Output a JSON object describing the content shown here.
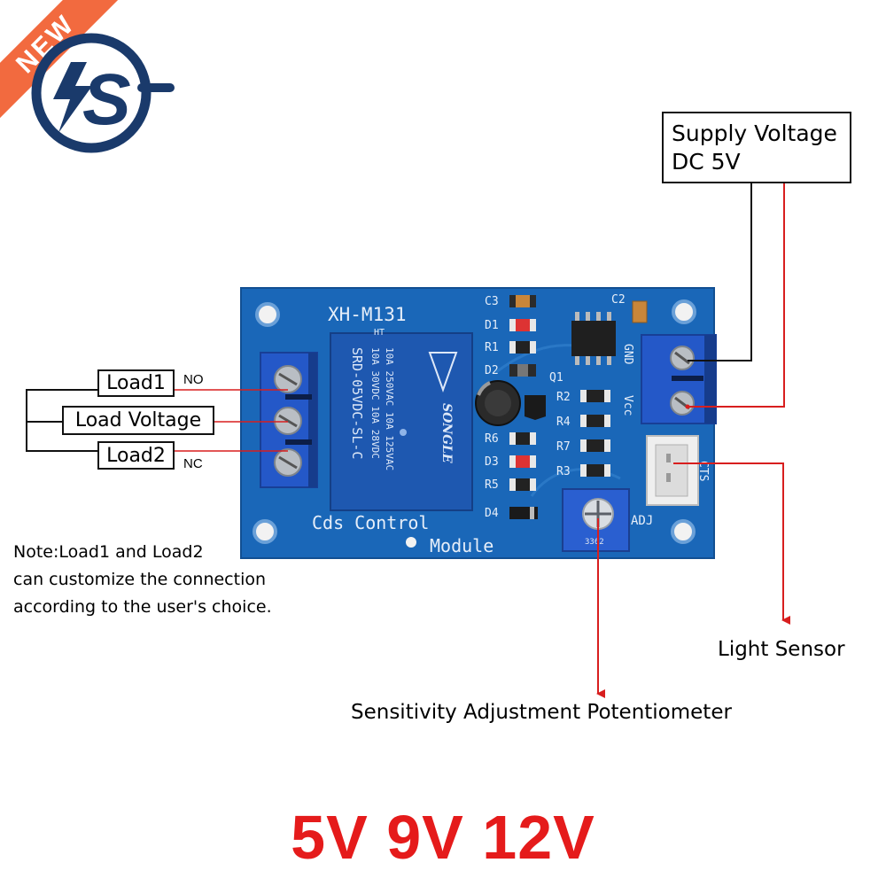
{
  "ribbon": {
    "label": "NEW"
  },
  "logo": {
    "icon": "bolt-s-logo-icon",
    "color": "#1a3a6b"
  },
  "colors": {
    "pcb": "#1a67b8",
    "relay": "#1e58b0",
    "callout_line": "#d81e1e",
    "voltage_text": "#e51b1b"
  },
  "board": {
    "model": "XH-M131",
    "ht": "HT",
    "name_line1": "Cds Control",
    "name_line2": "Module",
    "adj": "ADJ",
    "pins": {
      "gnd": "GND",
      "vcc": "Vcc",
      "cts": "CTS"
    },
    "components": [
      "C3",
      "D1",
      "R1",
      "D2",
      "Q1",
      "R2",
      "R4",
      "R6",
      "R7",
      "D3",
      "R3",
      "R5",
      "D4",
      "C2"
    ],
    "relay": {
      "brand": "SONGLE",
      "line1": "10A 250VAC  10A 125VAC",
      "line2": "10A 30VDC  10A 28VDC",
      "model": "SRD-05VDC-SL-C"
    },
    "pot_code": "3362"
  },
  "callouts": {
    "supply_line1": "Supply Voltage",
    "supply_line2": "DC 5V",
    "load1": "Load1",
    "load_voltage": "Load Voltage",
    "load2": "Load2",
    "no": "NO",
    "nc": "NC",
    "light_sensor": "Light Sensor",
    "potentiometer": "Sensitivity Adjustment Potentiometer"
  },
  "note": {
    "line1": "Note:Load1 and Load2",
    "line2": "can customize the connection",
    "line3": "according to the user's choice."
  },
  "voltages": "5V 9V 12V"
}
